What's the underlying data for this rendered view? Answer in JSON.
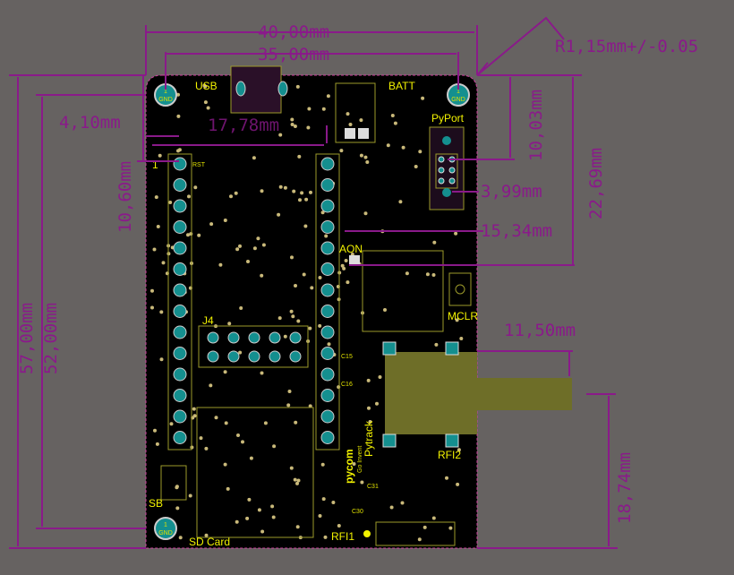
{
  "dimensions": {
    "width_40": "40,00mm",
    "width_35": "35,00mm",
    "radius": "R1,15mm+/-0.05",
    "offset_4_10": "4,10mm",
    "offset_17_78": "17,78mm",
    "pyport_10_03": "10,03mm",
    "pyport_22_69": "22,69mm",
    "pyport_3_99": "3,99mm",
    "aon_15_34": "15,34mm",
    "header_10_60": "10,60mm",
    "height_57": "57,00mm",
    "height_52": "52,00mm",
    "antenna_11_50": "11,50mm",
    "antenna_18_74": "18,74mm"
  },
  "silkscreen": {
    "usb": "USB",
    "batt": "BATT",
    "pyport": "PyPort",
    "j4": "J4",
    "aon": "AON",
    "mclr": "MCLR",
    "rfi2": "RFI2",
    "rfi1": "RFI1",
    "sb": "SB",
    "sd_card": "SD Card",
    "pycom": "pycom",
    "go_invent": "Go Invent",
    "pytrack": "Pytrack",
    "rst": "RST",
    "c15": "C15",
    "c16": "C16",
    "c31": "C31",
    "c30": "C30",
    "gnd": "GND",
    "one": "1"
  },
  "colors": {
    "background": "#666261",
    "board": "#000000",
    "dimension": "#8a1a8a",
    "silkscreen": "#f2f200",
    "copper_pad": "#148f8f",
    "antenna": "#6e6e28"
  }
}
